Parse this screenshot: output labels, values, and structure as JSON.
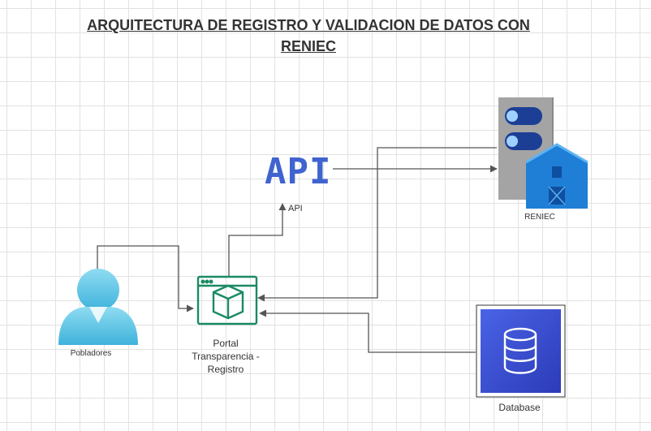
{
  "title": {
    "line1": "ARQUITECTURA DE REGISTRO Y VALIDACION DE DATOS CON",
    "line2": "RENIEC"
  },
  "nodes": {
    "pobladores": {
      "label": "Pobladores",
      "icon": "user-icon"
    },
    "portal": {
      "label_lines": [
        "Portal",
        "Transparencia -",
        "Registro"
      ],
      "icon": "web-app-cube-icon"
    },
    "api": {
      "logo_text": "API",
      "label": "API"
    },
    "reniec": {
      "label": "RENIEC",
      "icon": "server-barn-icon"
    },
    "database": {
      "label": "Database",
      "icon": "database-icon"
    }
  },
  "colors": {
    "api_blue": "#3f63cf",
    "portal_green": "#1b8a62",
    "user_cyan": "#4fc3e6",
    "reniec_blue": "#1f7fd6",
    "database_purple": "#3b4fd8",
    "server_gray": "#9a9a9a",
    "connector": "#555555"
  }
}
